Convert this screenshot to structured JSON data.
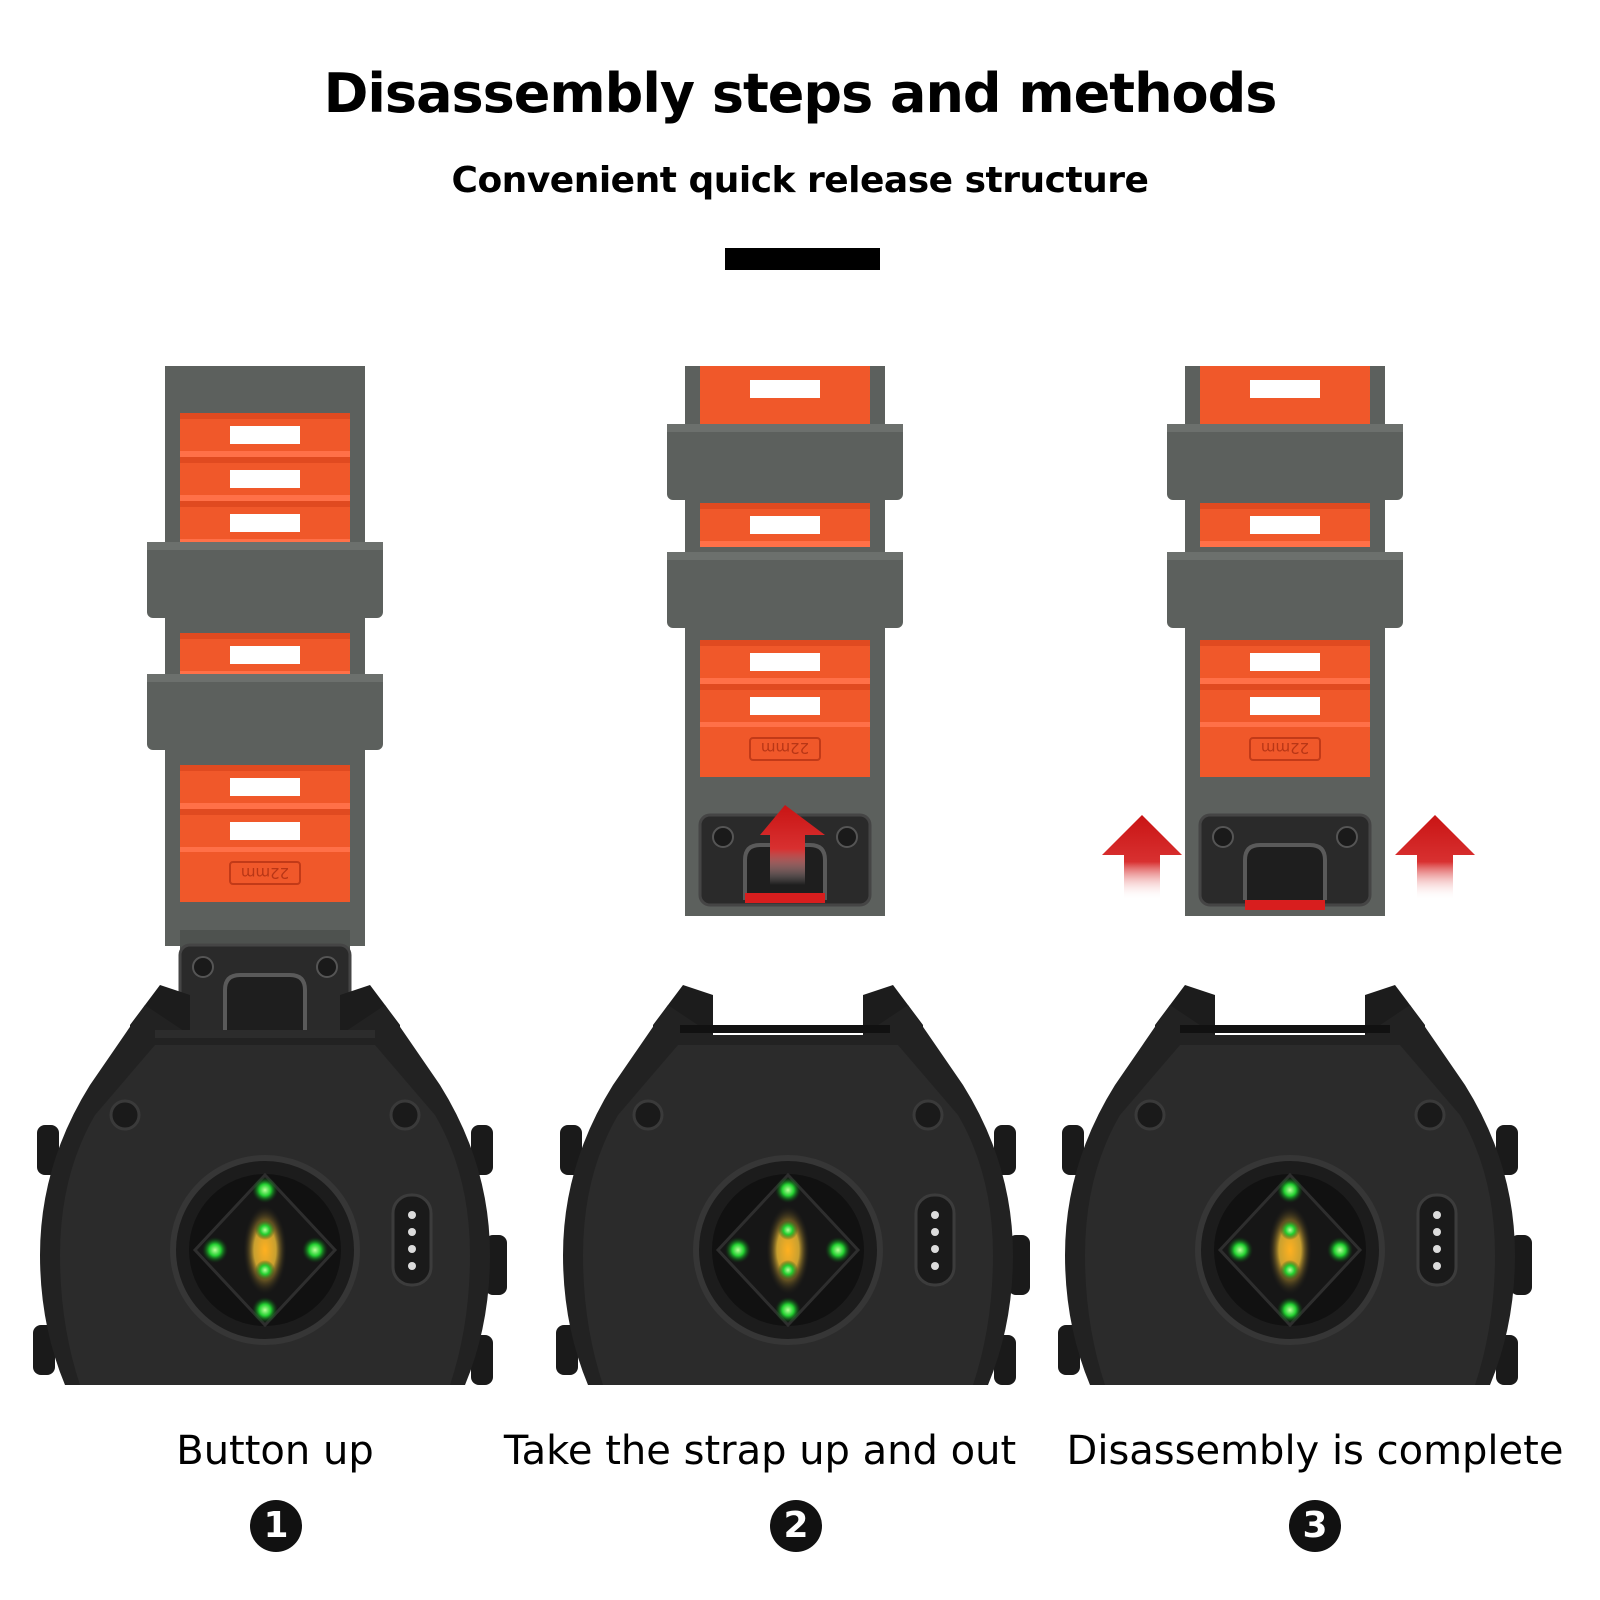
{
  "header": {
    "title": "Disassembly steps and methods",
    "subtitle": "Convenient quick release structure"
  },
  "strap": {
    "size_label": "22mm",
    "color_orange": "#f0582a",
    "color_gray": "#5c605d",
    "color_red_accent": "#d81e1e"
  },
  "steps": [
    {
      "label": "Button up",
      "number": "1"
    },
    {
      "label": "Take the strap up and out",
      "number": "2"
    },
    {
      "label": "Disassembly is complete",
      "number": "3"
    }
  ]
}
